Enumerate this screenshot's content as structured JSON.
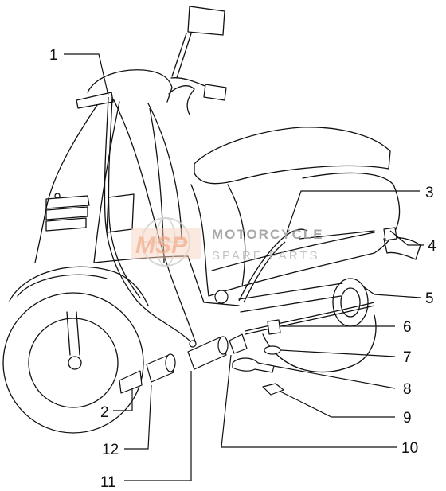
{
  "watermark": {
    "logo": "MSP",
    "line1": "MOTORCYCLE",
    "line2": "SPARE PARTS",
    "color": "#e8642c"
  },
  "callouts": [
    "1",
    "2",
    "3",
    "4",
    "5",
    "6",
    "7",
    "8",
    "9",
    "10",
    "11",
    "12"
  ]
}
